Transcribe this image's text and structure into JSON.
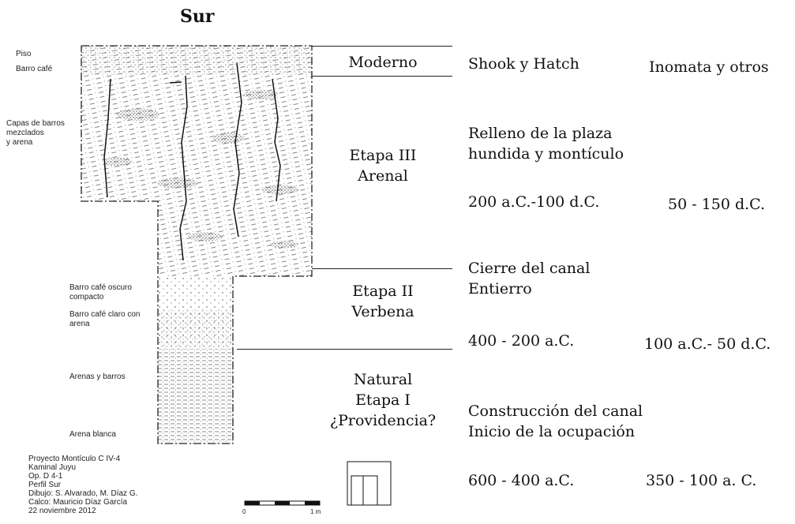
{
  "heading": "Sur",
  "left_labels": {
    "piso": "Piso",
    "barro_cafe": "Barro café",
    "capas": [
      "Capas de barros",
      "mezclados",
      "y arena"
    ],
    "barro_oscuro": [
      "Barro café oscuro",
      "compacto"
    ],
    "barro_claro": [
      "Barro café claro con",
      "arena"
    ],
    "arenas_barros": "Arenas y barros",
    "arena_blanca": "Arena blanca"
  },
  "credits": [
    "Proyecto Montículo C IV-4",
    "Kaminal Juyu",
    "Op. D 4-1",
    "Perfil Sur",
    "Dibujo: S. Alvarado, M. Díaz G.",
    "Calco: Mauricio Díaz García",
    "22 noviembre 2012"
  ],
  "scale": {
    "start": "0",
    "end": "1 m"
  },
  "phases": {
    "moderno": "Moderno",
    "etapa3": [
      "Etapa III",
      "Arenal"
    ],
    "etapa2": [
      "Etapa II",
      "Verbena"
    ],
    "etapa1": [
      "Natural",
      "Etapa I",
      "¿Providencia?"
    ]
  },
  "headers": {
    "shook": "Shook y Hatch",
    "inomata": "Inomata y otros"
  },
  "descriptions": {
    "etapa3": [
      "Relleno de la plaza",
      "hundida y montículo"
    ],
    "etapa2": [
      "Cierre del canal",
      "Entierro"
    ],
    "etapa1": [
      "Construcción del canal",
      "Inicio de la ocupación"
    ]
  },
  "dates": {
    "etapa3_shook": "200 a.C.-100 d.C.",
    "etapa3_inomata": "50 - 150 d.C.",
    "etapa2_shook": "400 - 200 a.C.",
    "etapa2_inomata": "100 a.C.- 50 d.C.",
    "etapa1_shook": "600 - 400 a.C.",
    "etapa1_inomata": "350 - 100 a. C."
  }
}
